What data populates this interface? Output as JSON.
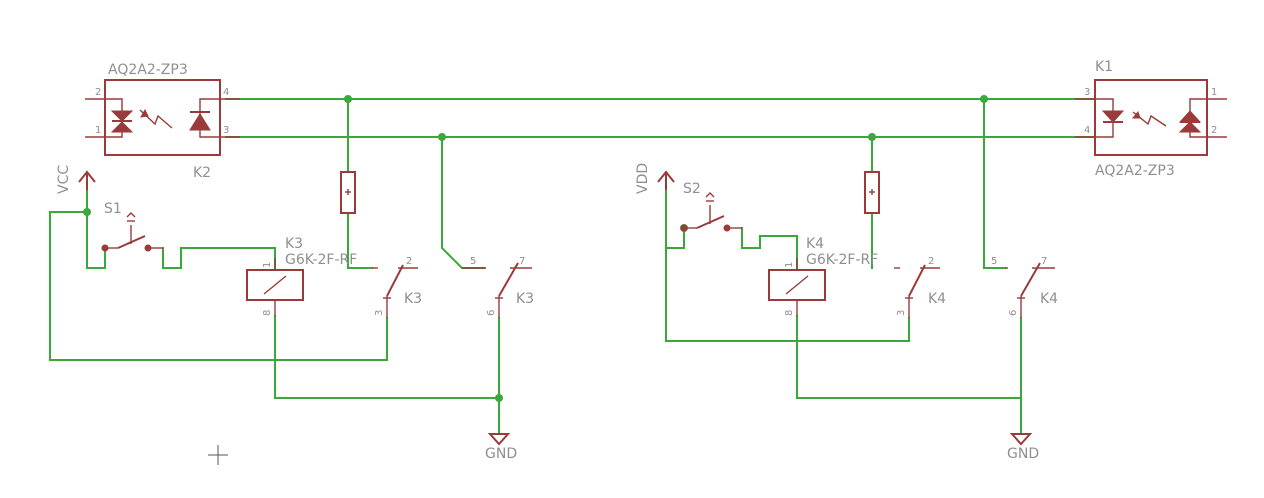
{
  "parts": {
    "optoLeft": {
      "name": "K2",
      "value": "AQ2A2-ZP3",
      "pins": [
        "2",
        "1",
        "4",
        "3"
      ]
    },
    "optoRight": {
      "name": "K1",
      "value": "AQ2A2-ZP3",
      "pins": [
        "3",
        "4",
        "1",
        "2"
      ]
    },
    "switchLeft": {
      "name": "S1"
    },
    "switchRight": {
      "name": "S2"
    },
    "relayLeft": {
      "name": "K3",
      "value": "G6K-2F-RF",
      "coilPins": [
        "1",
        "8"
      ],
      "contact1Pins": [
        "2",
        "3"
      ],
      "contact1Name": "K3",
      "contact2Pins": [
        "5",
        "7",
        "6"
      ],
      "contact2Name": "K3"
    },
    "relayRight": {
      "name": "K4",
      "value": "G6K-2F-RF",
      "coilPins": [
        "1",
        "8"
      ],
      "contact1Pins": [
        "2",
        "3"
      ],
      "contact1Name": "K4",
      "contact2Pins": [
        "5",
        "7",
        "6"
      ],
      "contact2Name": "K4"
    }
  },
  "supplies": {
    "left": "VCC",
    "right": "VDD"
  },
  "grounds": {
    "left": "GND",
    "right": "GND"
  },
  "colors": {
    "wire": "#3aa83a",
    "symbol": "#9a3a3a",
    "text": "#8f8f8f",
    "background": "#ffffff"
  }
}
